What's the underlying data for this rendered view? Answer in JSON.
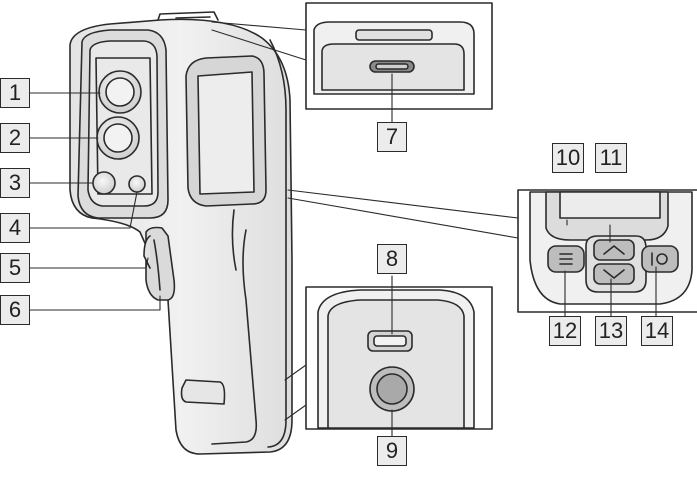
{
  "callouts": [
    {
      "id": "c1",
      "label": "1"
    },
    {
      "id": "c2",
      "label": "2"
    },
    {
      "id": "c3",
      "label": "3"
    },
    {
      "id": "c4",
      "label": "4"
    },
    {
      "id": "c5",
      "label": "5"
    },
    {
      "id": "c6",
      "label": "6"
    },
    {
      "id": "c7",
      "label": "7"
    },
    {
      "id": "c8",
      "label": "8"
    },
    {
      "id": "c9",
      "label": "9"
    },
    {
      "id": "c10",
      "label": "10"
    },
    {
      "id": "c11",
      "label": "11"
    },
    {
      "id": "c12",
      "label": "12"
    },
    {
      "id": "c13",
      "label": "13"
    },
    {
      "id": "c14",
      "label": "14"
    }
  ],
  "colors": {
    "outline": "#2b2b2b",
    "fill": "#ececec",
    "callout_bg": "#ececec"
  }
}
